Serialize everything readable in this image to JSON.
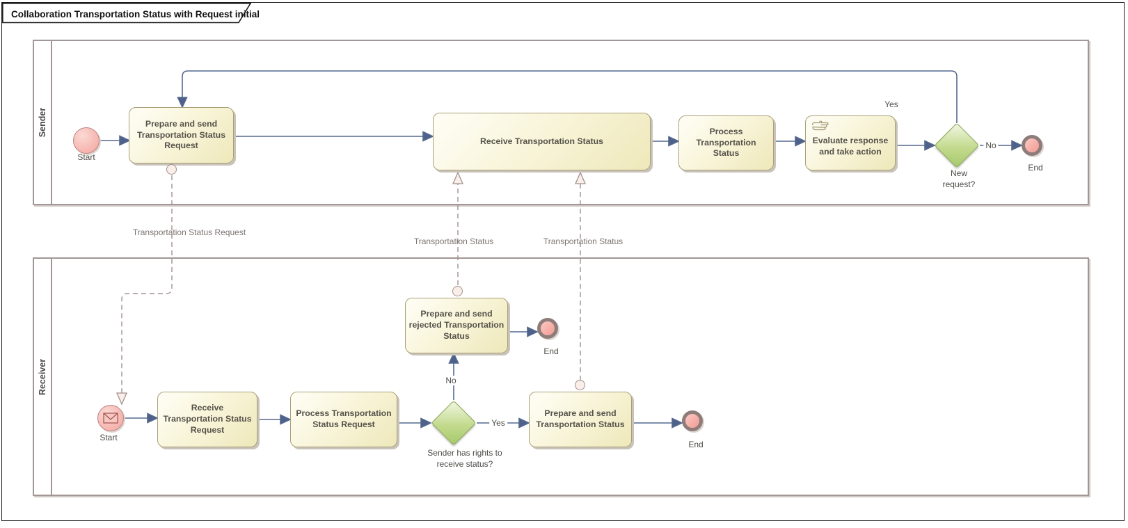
{
  "title": "Collaboration Transportation Status with Request initial",
  "colors": {
    "task_fill": "#f3eec6",
    "task_border": "#a89f78",
    "gateway_green": "#a6ca6c",
    "event_pink": "#f3a49e",
    "end_border": "#8d7c7a",
    "sequence_flow": "#54688e",
    "message_flow": "#a2908f",
    "pool_border": "#a29696"
  },
  "lanes": {
    "sender": {
      "label": "Sender"
    },
    "receiver": {
      "label": "Receiver"
    }
  },
  "sender": {
    "start_label": "Start",
    "task_prepare_request": "Prepare and send Transportation Status Request",
    "task_receive_status": "Receive Transportation Status",
    "task_process_status": "Process Transportation Status",
    "task_evaluate": "Evaluate response and take action",
    "gateway_label": "New request?",
    "gateway_yes": "Yes",
    "gateway_no": "No",
    "end_label": "End"
  },
  "receiver": {
    "start_label": "Start",
    "task_receive_request": "Receive Transportation Status Request",
    "task_process_request": "Process Transportation Status Request",
    "gateway_label": "Sender has rights to receive status?",
    "gateway_yes": "Yes",
    "gateway_no": "No",
    "task_prepare_rejected": "Prepare and send rejected Transportation Status",
    "task_prepare_status": "Prepare and send Transportation Status",
    "end_rejected_label": "End",
    "end_label": "End"
  },
  "messages": {
    "request_label": "Transportation Status Request",
    "status_rejected_label": "Transportation Status",
    "status_label": "Transportation Status"
  }
}
